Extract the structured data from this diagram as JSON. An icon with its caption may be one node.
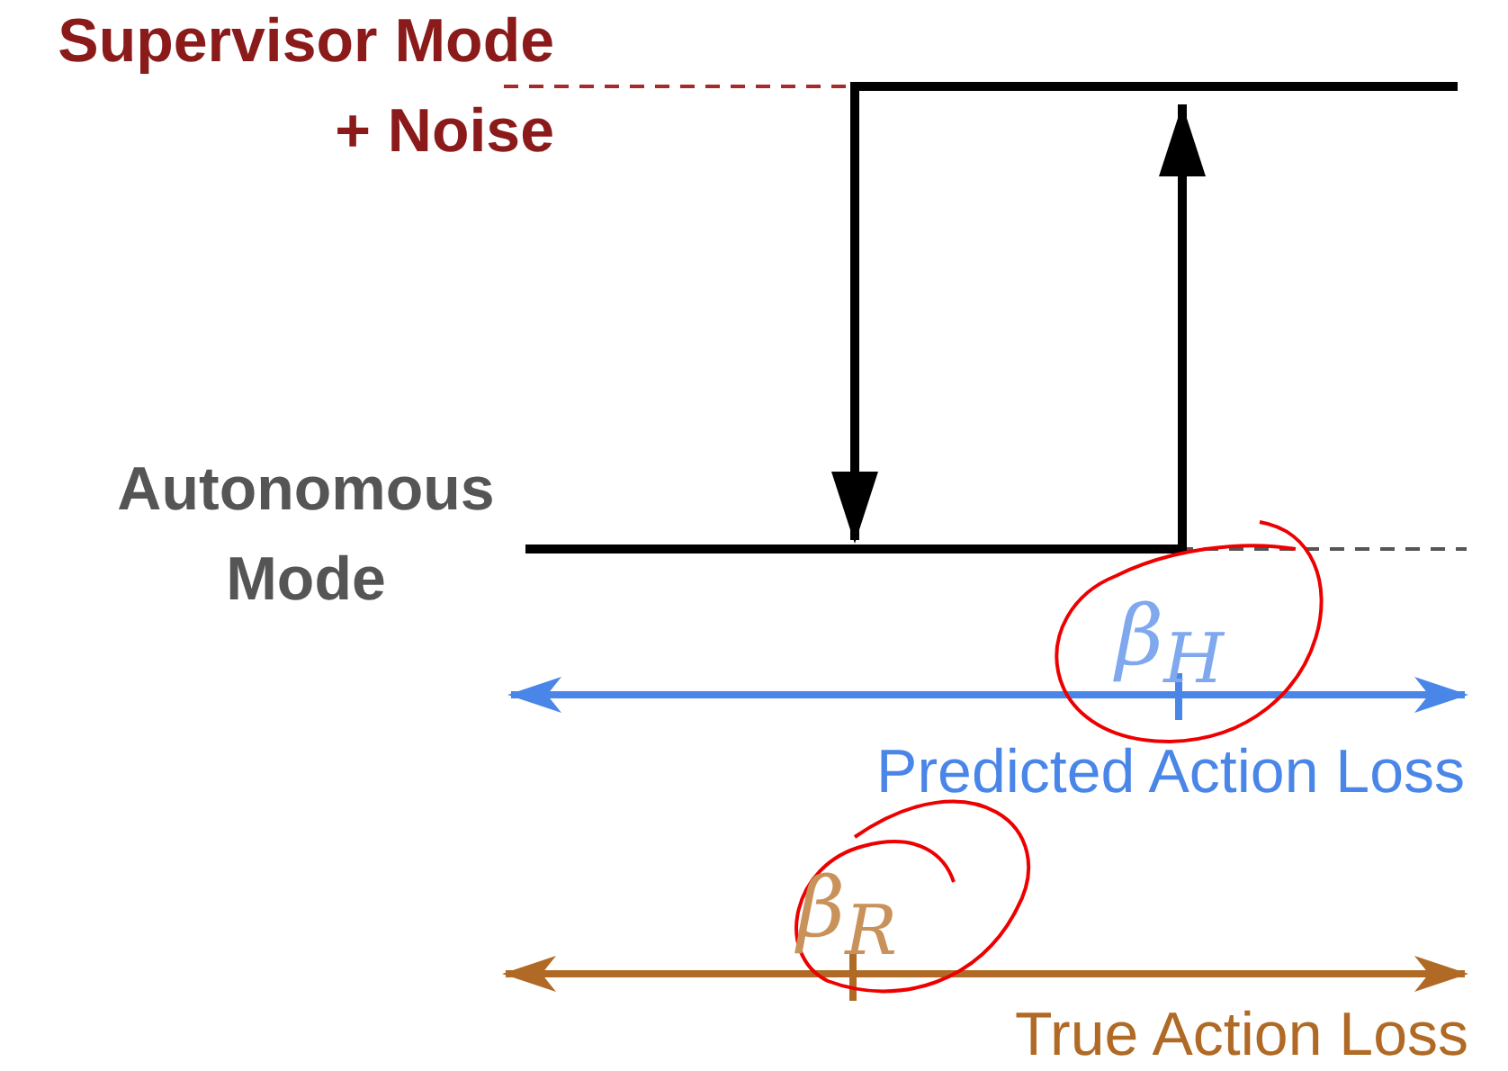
{
  "diagram": {
    "labels": [
      "Supervisor Mode + Noise",
      "Autonomous Mode",
      "β$_{H}$",
      "Predicted Action Loss",
      "β$_{R}$",
      "True Action Loss"
    ]
  }
}
